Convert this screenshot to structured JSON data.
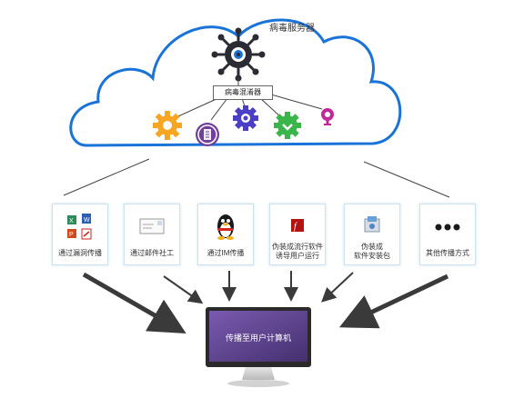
{
  "server": {
    "title": "病毒服务器",
    "mixer_label": "病毒混淆器"
  },
  "vectors": [
    {
      "label": "通过漏洞传播",
      "icon": "office-files-icon"
    },
    {
      "label": "通过邮件社工",
      "icon": "envelope-icon"
    },
    {
      "label": "通过IM传播",
      "icon": "qq-penguin-icon"
    },
    {
      "label": "伪装成流行软件\n诱导用户运行",
      "icon": "flash-icon"
    },
    {
      "label": "伪装成\n软件安装包",
      "icon": "installer-package-icon"
    },
    {
      "label": "其他传播方式",
      "icon": "ellipsis-icon"
    }
  ],
  "target": {
    "label": "传播至用户计算机"
  },
  "colors": {
    "cloud_outline": "#1a73d8",
    "virus_dark": "#2b2b33",
    "gear_orange": "#f6a623",
    "gear_purple": "#6f3f9a",
    "gear_blue": "#4b3ec8",
    "gear_green": "#39b549",
    "pink": "#c2289a",
    "monitor_screen": "#5a3d8a",
    "arrow": "#3a3a3a"
  }
}
